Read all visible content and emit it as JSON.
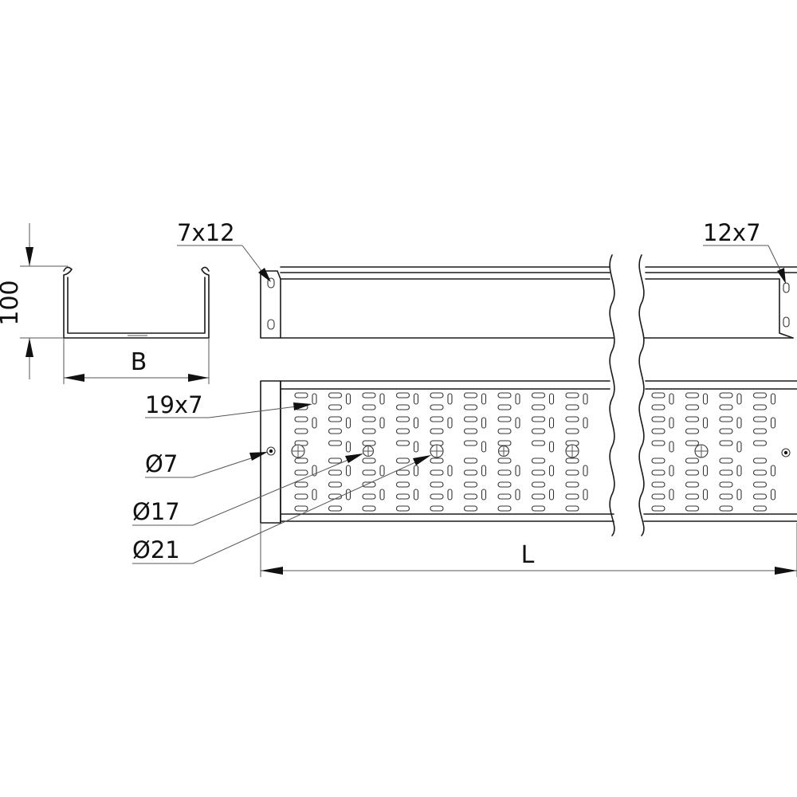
{
  "dimensions": {
    "height": "100",
    "width": "B",
    "length": "L"
  },
  "callouts": {
    "side_slot_left": "7x12",
    "side_slot_right": "12x7",
    "base_slot": "19x7",
    "hole_small": "Ø7",
    "hole_medium": "Ø17",
    "hole_large": "Ø21"
  }
}
